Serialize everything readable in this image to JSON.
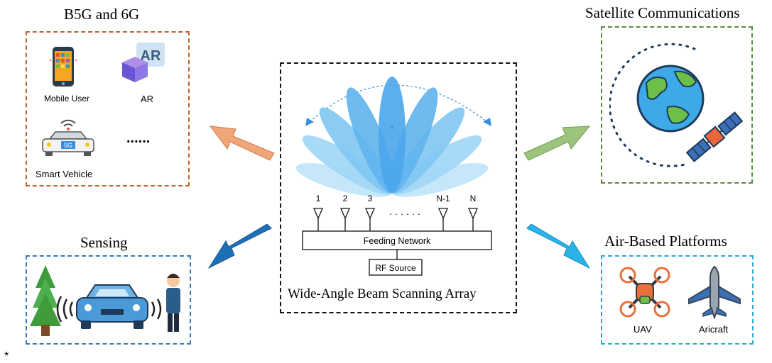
{
  "panels": {
    "b5g": {
      "title": "B5G and 6G",
      "items": {
        "mobile_user": "Mobile User",
        "ar": "AR",
        "ar_badge": "AR",
        "smart_vehicle": "Smart Vehicle",
        "car_plate": "5G",
        "more": "......"
      },
      "border_color": "#c0622a"
    },
    "satellite": {
      "title": "Satellite Communications",
      "border_color": "#5a8a3a"
    },
    "sensing": {
      "title": "Sensing",
      "border_color": "#2f7fc1"
    },
    "air": {
      "title": "Air-Based Platforms",
      "items": {
        "uav": "UAV",
        "aircraft": "Aricraft"
      },
      "border_color": "#29a9dc"
    },
    "center": {
      "caption": "Wide-Angle Beam Scanning Array",
      "antenna_labels": [
        "1",
        "2",
        "3",
        "N-1",
        "N"
      ],
      "dots": "· · · · · ·",
      "feeding_network": "Feeding Network",
      "rf_source": "RF Source"
    }
  },
  "footnote": "*",
  "arrows": {
    "b5g": "#f1a67a",
    "satellite": "#9cc47c",
    "sensing": "#1f6fb8",
    "air": "#29b3e6"
  }
}
